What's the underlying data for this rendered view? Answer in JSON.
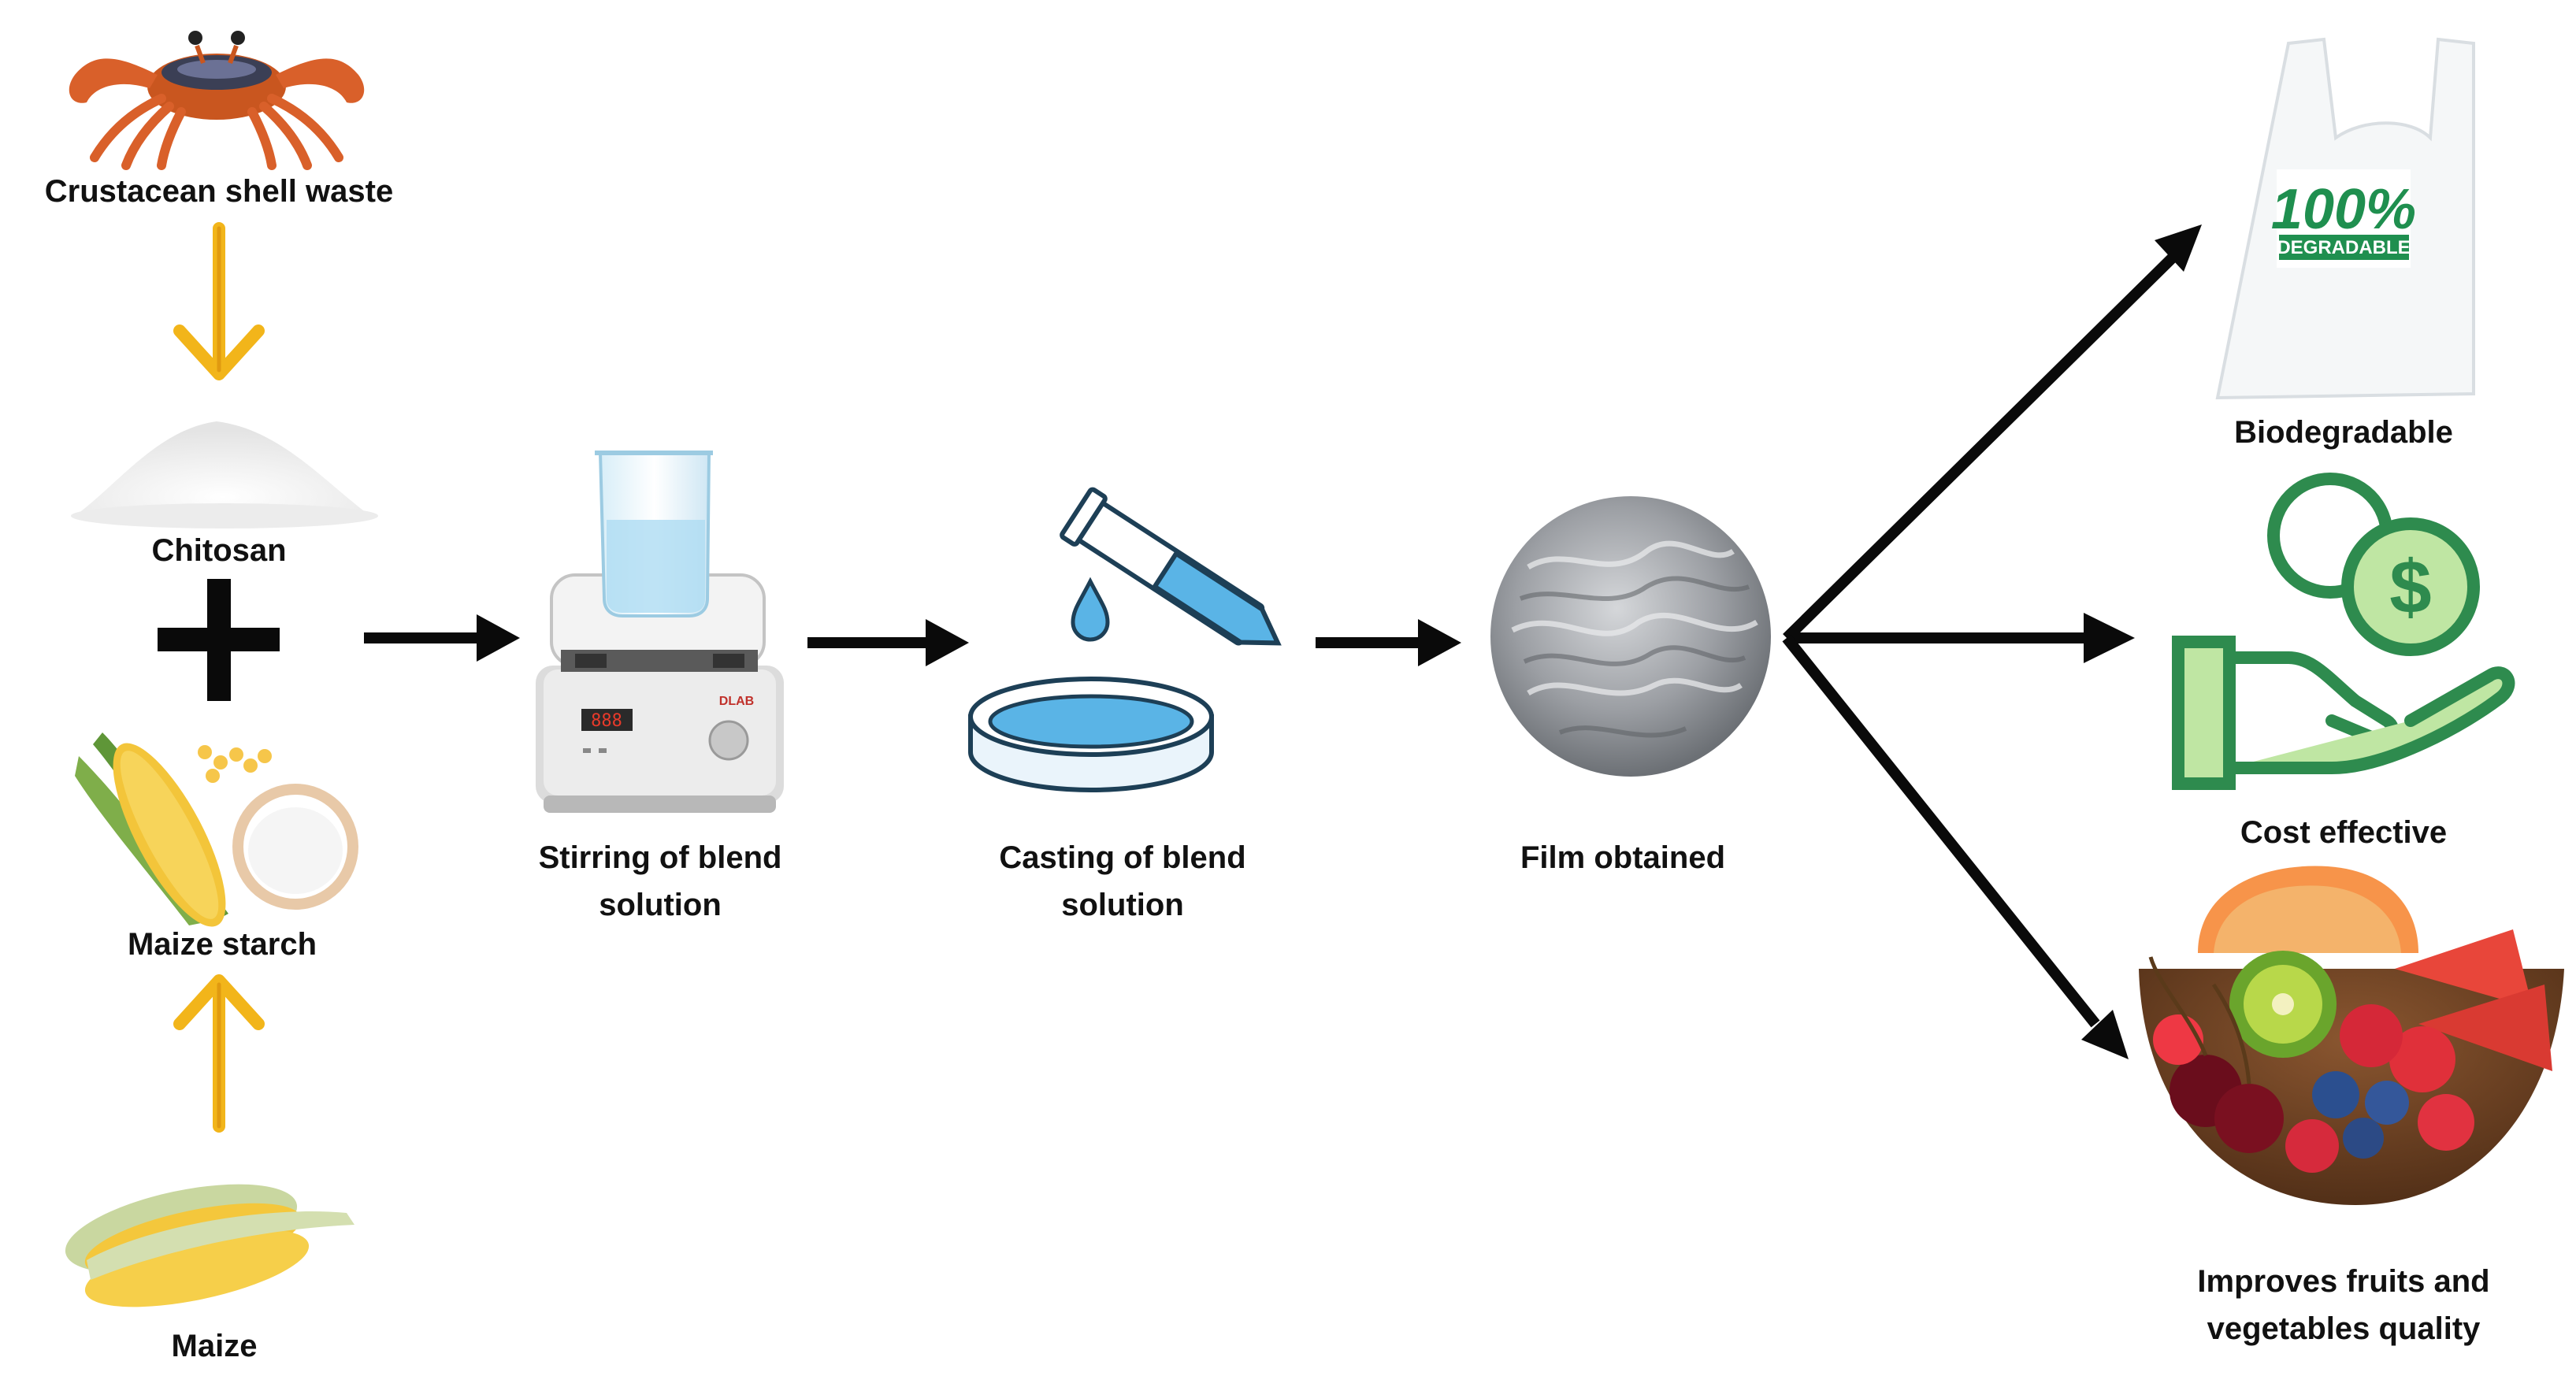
{
  "diagram": {
    "sources": {
      "crab_label": "Crustacean shell waste",
      "chitosan_label": "Chitosan",
      "starch_label": "Maize starch",
      "maize_label": "Maize"
    },
    "process": {
      "stirring_label_line1": "Stirring of blend",
      "stirring_label_line2": "solution",
      "casting_label_line1": "Casting of blend",
      "casting_label_line2": "solution",
      "film_label": "Film obtained"
    },
    "outcomes": {
      "biodegradable_label": "Biodegradable",
      "cost_label": "Cost effective",
      "quality_label_line1": "Improves fruits and",
      "quality_label_line2": "vegetables quality"
    },
    "bag": {
      "big_text": "100%",
      "small_text": "DEGRADABLE"
    },
    "hotplate": {
      "display": "888",
      "brand": "DLAB"
    },
    "coin_symbol": "$",
    "colors": {
      "flow_arrow": "#0a0a0a",
      "source_arrow": "#f2b51a",
      "liquid_blue": "#5ab4e6",
      "money_green": "#2e8b4e",
      "money_light": "#bfe6a3",
      "crab_orange": "#d9602a",
      "corn_yellow": "#f3c53a"
    }
  }
}
